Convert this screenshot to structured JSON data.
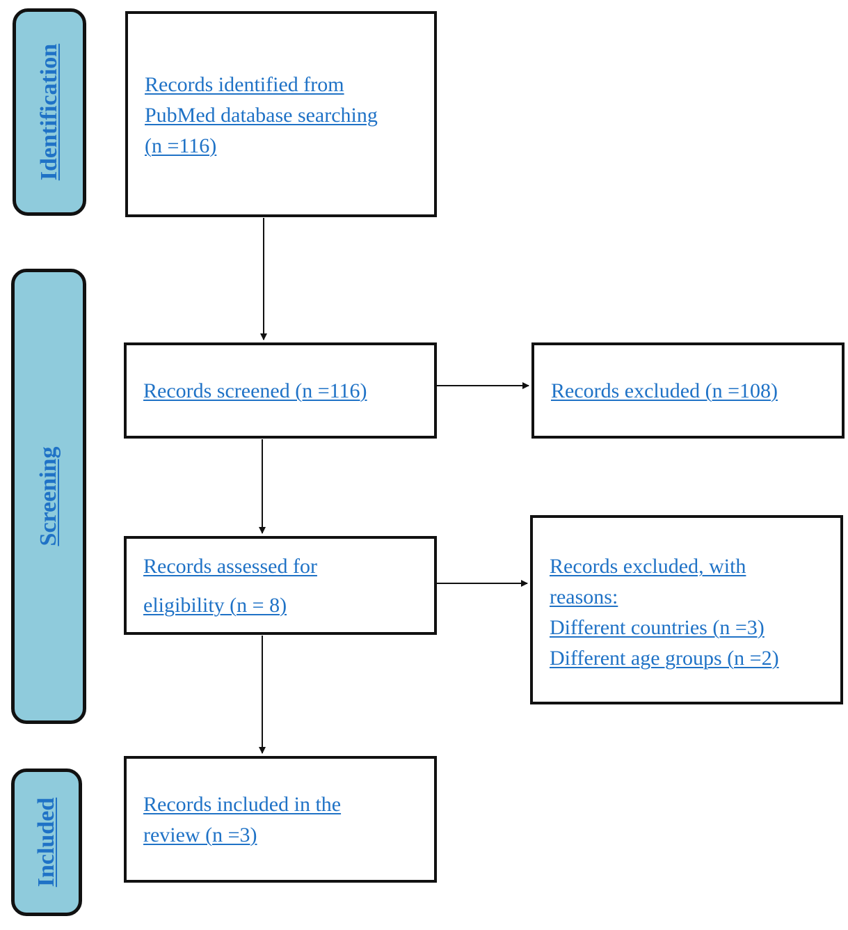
{
  "stages": {
    "identification": "Identification",
    "screening": "Screening",
    "included": "Included"
  },
  "boxes": {
    "identified": {
      "lines": [
        "Records identified from",
        "PubMed database searching",
        "(n =116)"
      ]
    },
    "screened": {
      "lines": [
        "Records screened (n =116)"
      ]
    },
    "excluded": {
      "lines": [
        "Records excluded (n =108)"
      ]
    },
    "assessed": {
      "lines": [
        "Records assessed for",
        "eligibility (n = 8)"
      ]
    },
    "excluded_reasons": {
      "lines": [
        "Records excluded, with",
        "reasons:",
        "Different countries (n =3)",
        "Different age groups (n =2)"
      ]
    },
    "included": {
      "lines": [
        "Records included in the",
        "review (n =3)"
      ]
    }
  },
  "colors": {
    "stage_fill": "#8fcbdc",
    "text": "#1f72c6",
    "border": "#111111"
  }
}
